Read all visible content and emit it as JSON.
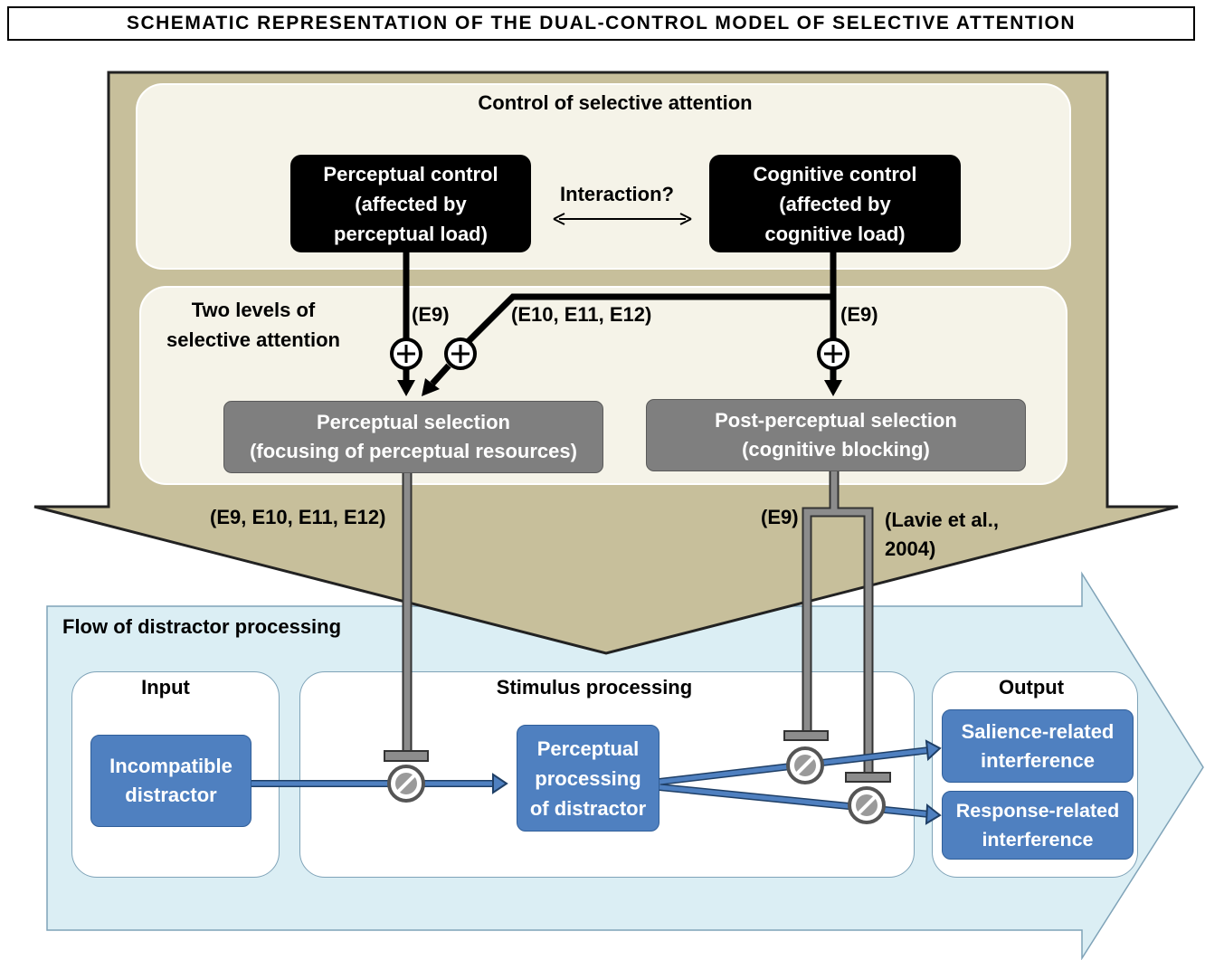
{
  "title": "SCHEMATIC REPRESENTATION OF THE DUAL-CONTROL MODEL OF SELECTIVE ATTENTION",
  "control_panel": {
    "heading": "Control of selective attention",
    "perceptual_control": "Perceptual control\n(affected by\nperceptual load)",
    "cognitive_control": "Cognitive control\n(affected  by\ncognitive load)",
    "interaction": "Interaction?"
  },
  "levels_panel": {
    "heading": "Two levels of\nselective attention",
    "perceptual_selection": "Perceptual selection\n(focusing of perceptual resources)",
    "post_perceptual_selection": "Post-perceptual selection\n(cognitive blocking)",
    "ref_left_e9": "(E9)",
    "ref_middle": "(E10, E11, E12)",
    "ref_right_e9": "(E9)"
  },
  "lower_refs": {
    "perceptual": "(E9, E10, E11, E12)",
    "post_e9": "(E9)",
    "lavie": "(Lavie et al.,\n2004)"
  },
  "flow": {
    "heading": "Flow of distractor processing",
    "input_label": "Input",
    "input_box": "Incompatible\ndistractor",
    "stimulus_label": "Stimulus processing",
    "stimulus_box": "Perceptual\nprocessing\nof distractor",
    "output_label": "Output",
    "output_salience": "Salience-related\ninterference",
    "output_response": "Response-related\ninterference"
  },
  "colors": {
    "big_arrow_fill": "#c7bf9b",
    "flow_arrow_fill": "#dbeef4",
    "blue_box": "#4f80c0",
    "gray_box": "#7f7f7f"
  }
}
